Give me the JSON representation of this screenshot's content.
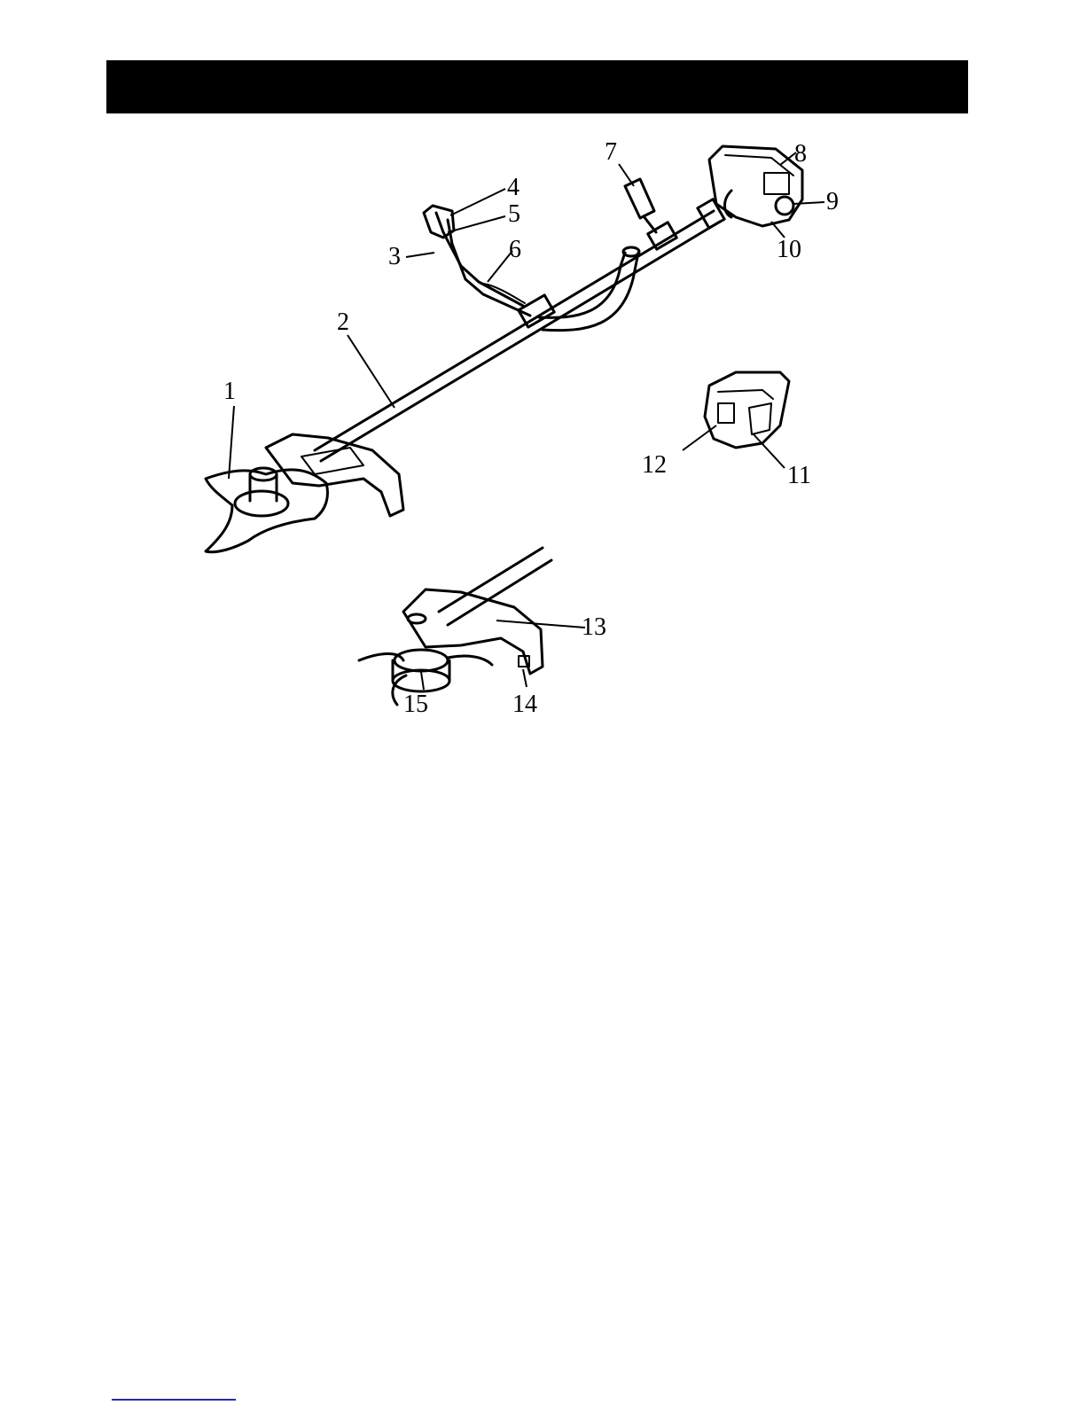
{
  "header": {
    "title": ""
  },
  "diagram": {
    "callouts": [
      "1",
      "2",
      "3",
      "4",
      "5",
      "6",
      "7",
      "8",
      "9",
      "10",
      "11",
      "12",
      "13",
      "14",
      "15"
    ]
  },
  "colors": {
    "ink": "#000000",
    "paper": "#ffffff",
    "link": "#2a2aa8"
  }
}
